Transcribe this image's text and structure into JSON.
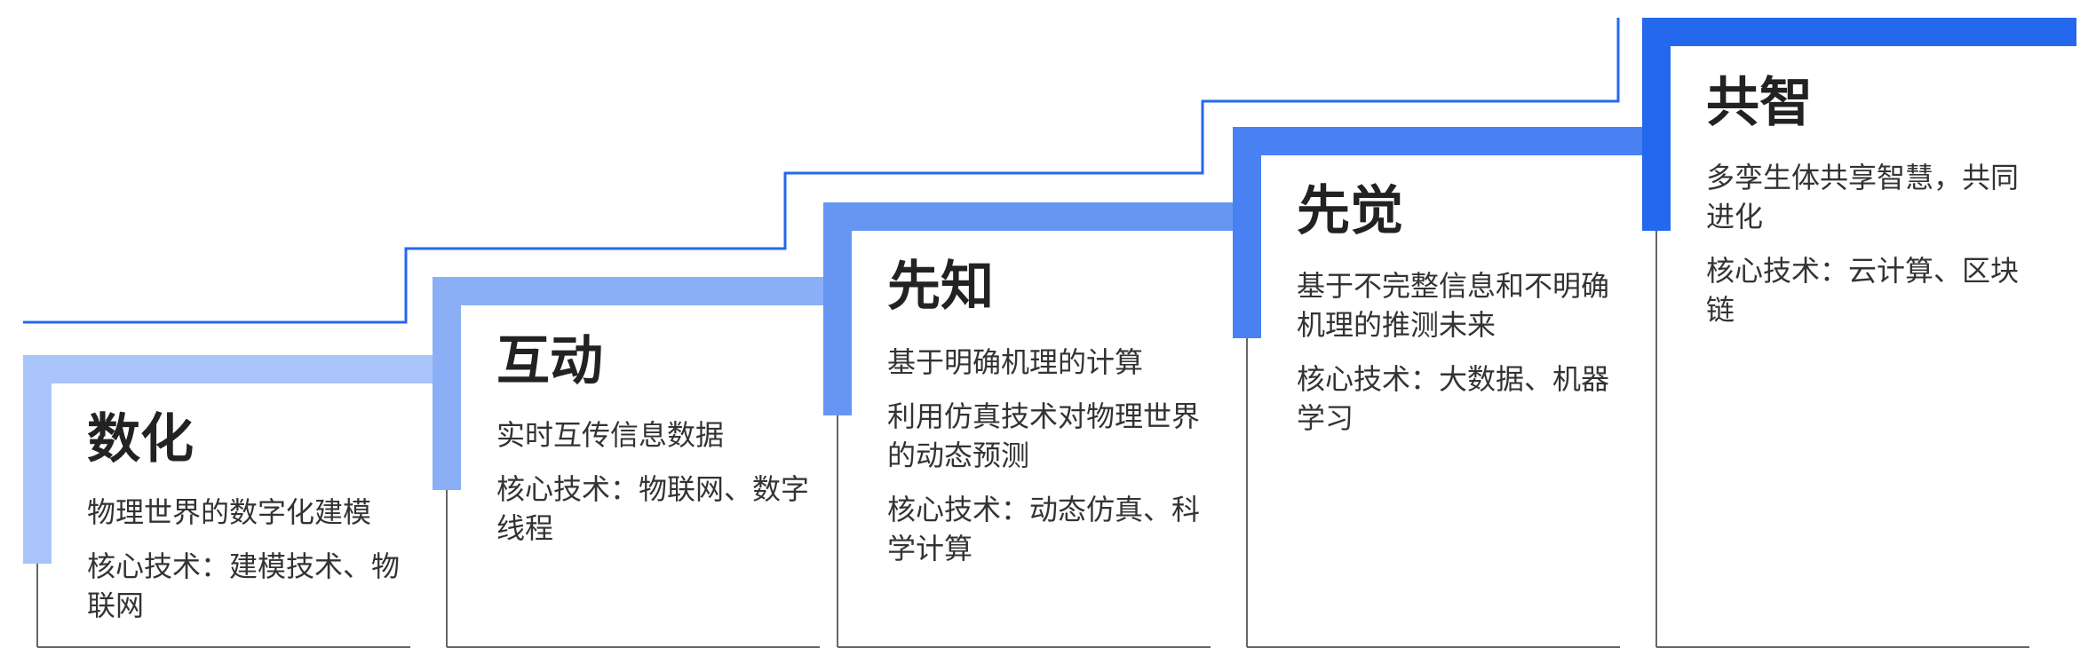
{
  "stages": [
    {
      "key": "digitize",
      "title": "数化",
      "lines": [
        "物理世界的数字化建模",
        "核心技术：建模技术、物联网"
      ],
      "color": "#A9C4F9"
    },
    {
      "key": "interact",
      "title": "互动",
      "lines": [
        "实时互传信息数据",
        "核心技术：物联网、数字线程"
      ],
      "color": "#8BAFF7"
    },
    {
      "key": "foresee",
      "title": "先知",
      "lines": [
        "基于明确机理的计算",
        "利用仿真技术对物理世界的动态预测",
        "核心技术：动态仿真、科学计算"
      ],
      "color": "#6596F4"
    },
    {
      "key": "prescience",
      "title": "先觉",
      "lines": [
        "基于不完整信息和不明确机理的推测未来",
        "核心技术：大数据、机器学习"
      ],
      "color": "#4981F3"
    },
    {
      "key": "co-wisdom",
      "title": "共智",
      "lines": [
        "多孪生体共享智慧，共同进化",
        "核心技术：云计算、区块链"
      ],
      "color": "#2468EE"
    }
  ],
  "colors": {
    "stair_line": "#2468EE",
    "frame_line": "#666666"
  }
}
